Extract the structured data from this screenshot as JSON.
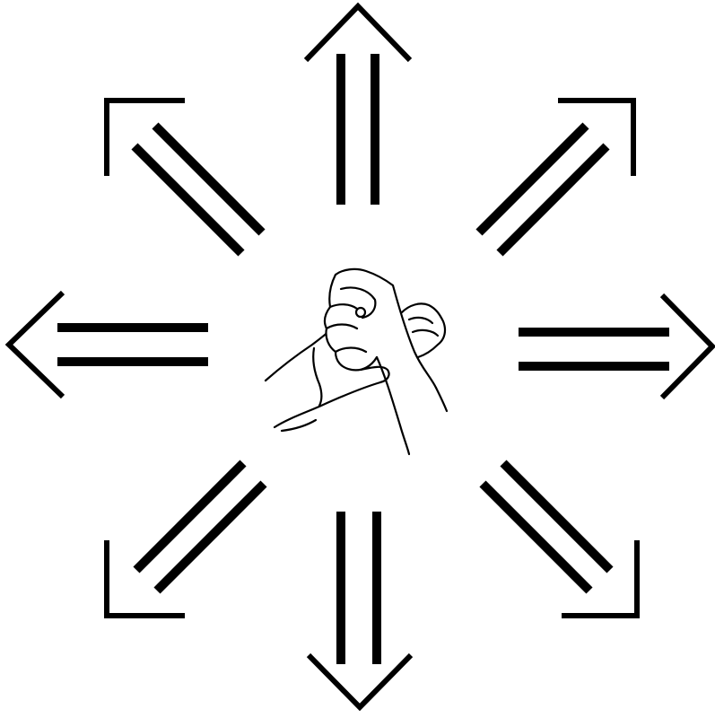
{
  "diagram": {
    "directions": [
      "up",
      "up-right",
      "right",
      "down-right",
      "down",
      "down-left",
      "left",
      "up-left"
    ],
    "arrow_style": "double-line",
    "center_figure": "hands-fist-in-palm",
    "colors": {
      "ink": "#000000",
      "background": "#ffffff"
    }
  }
}
